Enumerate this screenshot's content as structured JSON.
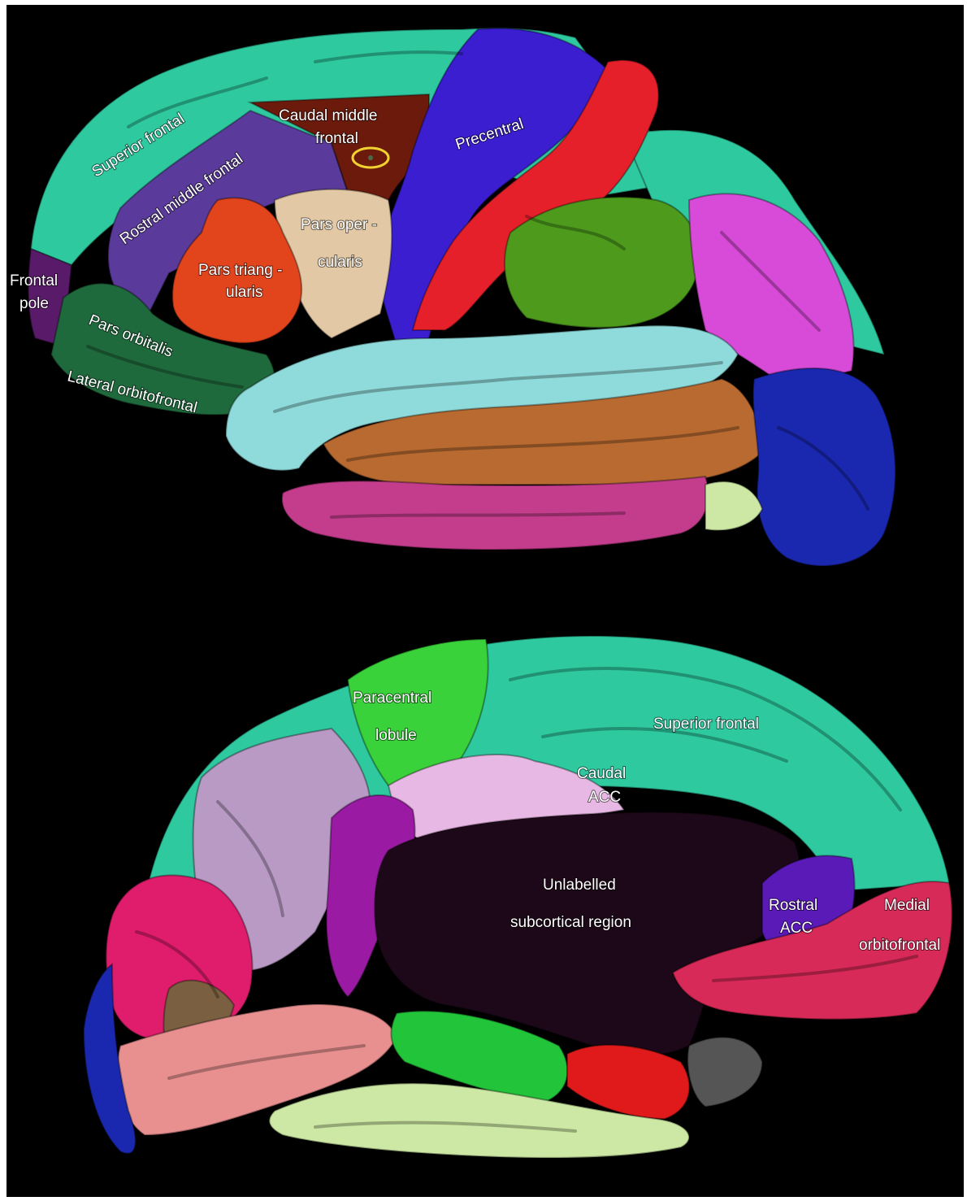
{
  "lateral_view": {
    "labels": {
      "superior_frontal": "Superior frontal",
      "caudal_middle_frontal_1": "Caudal middle",
      "caudal_middle_frontal_2": "frontal",
      "precentral": "Precentral",
      "rostral_middle_frontal": "Rostral middle frontal",
      "pars_opercularis_1": "Pars oper -",
      "pars_opercularis_2": "cularis",
      "pars_triangularis_1": "Pars triang -",
      "pars_triangularis_2": "ularis",
      "frontal_pole_1": "Frontal",
      "frontal_pole_2": "pole",
      "pars_orbitalis": "Pars orbitalis",
      "lateral_orbitofrontal": "Lateral orbitofrontal"
    },
    "marker_color": "#f2d230"
  },
  "medial_view": {
    "labels": {
      "paracentral_1": "Paracentral",
      "paracentral_2": "lobule",
      "superior_frontal": "Superior frontal",
      "caudal_acc_1": "Caudal",
      "caudal_acc_2": "ACC",
      "unlabelled_1": "Unlabelled",
      "unlabelled_2": "subcortical region",
      "rostral_acc_1": "Rostral",
      "rostral_acc_2": "ACC",
      "medial_orbitofrontal_1": "Medial",
      "medial_orbitofrontal_2": "orbitofrontal"
    }
  },
  "colors": {
    "background": "#000000",
    "superior_frontal": "#2fc9a0",
    "caudal_middle_frontal": "#6b1a0c",
    "precentral": "#3a1ed0",
    "postcentral": "#e5202a",
    "rostral_middle_frontal": "#5a3a9a",
    "pars_opercularis": "#e2c8a4",
    "pars_triangularis": "#e2441c",
    "pars_orbitalis": "#1f6a3c",
    "supramarginal": "#4d9a1c",
    "superior_temporal": "#8fdada",
    "middle_temporal": "#b86a30",
    "inferior_temporal": "#c43c8c",
    "inferior_parietal": "#d84ad8",
    "lateral_occipital": "#1a28b0",
    "paracentral": "#3ad23a",
    "precuneus": "#b89ac4",
    "posterior_cingulate": "#e8b8e4",
    "isthmus_cingulate": "#9a1aa4",
    "unlabelled": "#1c0818",
    "rostral_acc": "#5a1ab8",
    "medial_orbitofrontal": "#d82a58",
    "cuneus": "#e01c6c",
    "lingual": "#e89090",
    "parahippocampal": "#22c43a",
    "entorhinal": "#e01a1a",
    "temporal_pole": "#555555",
    "fusiform": "#cce8a4"
  }
}
